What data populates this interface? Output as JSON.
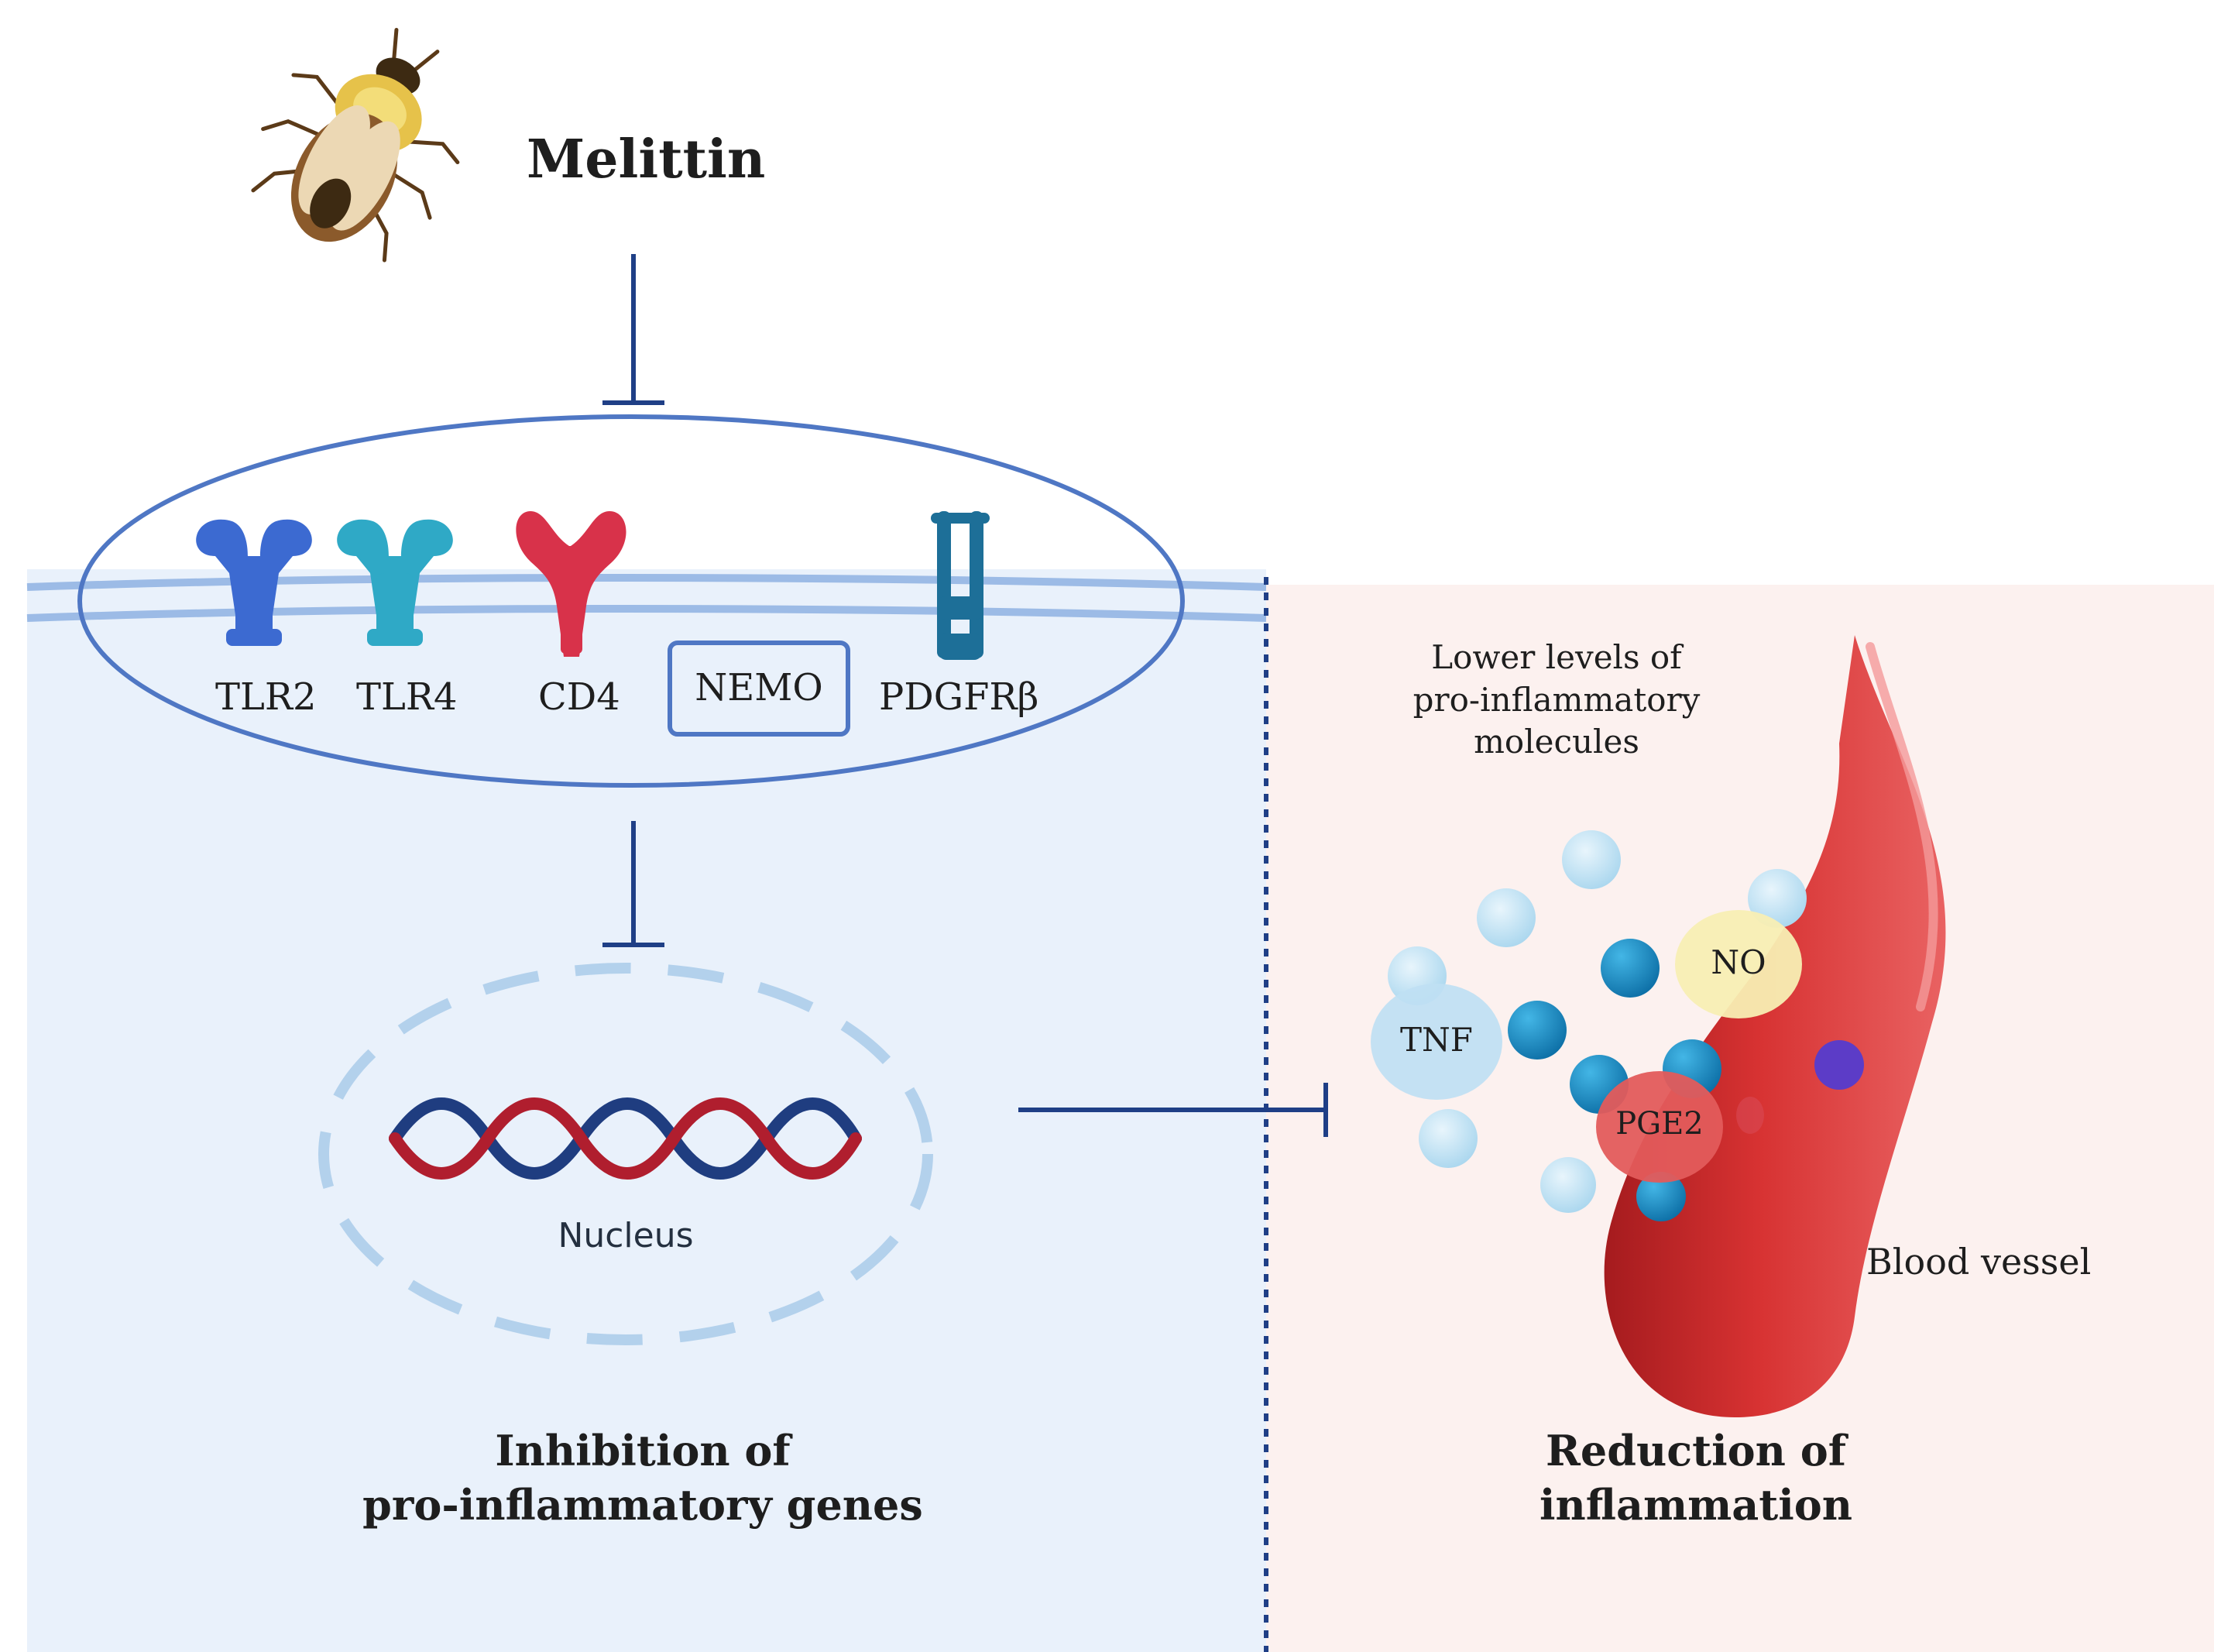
{
  "title": "Melittin",
  "receptors": [
    "TLR2",
    "TLR4",
    "CD4",
    "NEMO",
    "PDGFRβ"
  ],
  "nucleus_label": "Nucleus",
  "left_caption": [
    "Inhibition of",
    "pro-inflammatory genes"
  ],
  "right_caption": [
    "Reduction of",
    "inflammation"
  ],
  "molecules_caption": [
    "Lower levels of",
    "pro-inflammatory",
    "molecules"
  ],
  "molecules": [
    "TNF",
    "NO",
    "PGE2"
  ],
  "vessel_label": "Blood vessel",
  "colors": {
    "left_panel": "#e9f1fb",
    "right_panel": "#fcf1ef",
    "membrane": "#4f77c4",
    "inhibition_arrow": "#1f3f86",
    "tlr2": "#3c6ad1",
    "tlr4": "#2fa9c6",
    "cd4": "#d8324a",
    "pdgfr": "#1d6f98",
    "vessel": "#cf2b2b",
    "dna_red": "#b01e2e",
    "dna_blue": "#1f3d80"
  }
}
